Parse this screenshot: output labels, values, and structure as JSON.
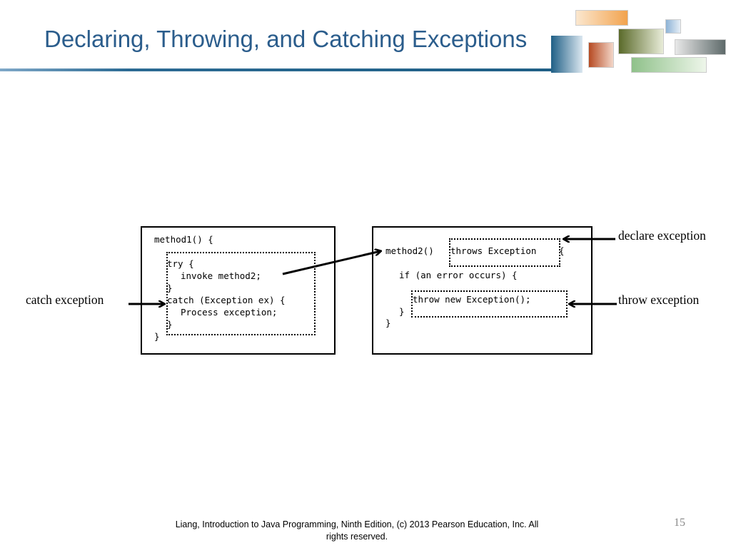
{
  "slide": {
    "title": "Declaring, Throwing, and Catching Exceptions",
    "footer_line1": "Liang, Introduction to Java Programming, Ninth Edition, (c) 2013 Pearson Education, Inc. All",
    "footer_line2": "rights reserved.",
    "page_number": "15"
  },
  "method1": {
    "header": "method1() {",
    "try_line": "try {",
    "invoke_line": "invoke method2;",
    "close_try": "}",
    "catch_line": "catch (Exception ex) {",
    "process_line": "Process exception;",
    "close_catch": "}",
    "close_method": "}"
  },
  "method2": {
    "signature": "method2()",
    "throws_clause": "throws Exception",
    "open_brace": "{",
    "if_line": "if (an error occurs) {",
    "throw_line": "throw new Exception();",
    "close_if": "}",
    "close_method": "}"
  },
  "labels": {
    "catch_exception": "catch exception",
    "declare_exception": "declare exception",
    "throw_exception": "throw exception"
  },
  "colors": {
    "title": "#2b5d8c",
    "accent_bar": "#1f5f86"
  }
}
